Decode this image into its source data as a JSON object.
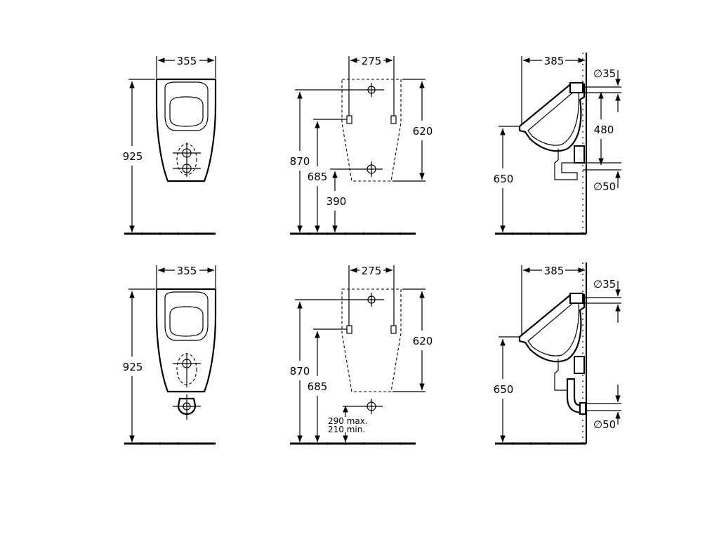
{
  "top_row": {
    "front": {
      "width": "355",
      "height": "925"
    },
    "rear": {
      "width": "275",
      "height_a": "870",
      "height_b": "685",
      "height_c": "390",
      "height_d": "620"
    },
    "side": {
      "depth": "385",
      "rim_height": "650",
      "pipe_top": "∅35",
      "pipe_gap": "480",
      "pipe_bottom": "∅50"
    }
  },
  "bottom_row": {
    "front": {
      "width": "355",
      "height": "925"
    },
    "rear": {
      "width": "275",
      "height_a": "870",
      "height_b": "685",
      "height_d": "620",
      "range_max": "290 max.",
      "range_min": "210 min."
    },
    "side": {
      "depth": "385",
      "rim_height": "650",
      "pipe_top": "∅35",
      "pipe_bottom": "∅50"
    }
  }
}
